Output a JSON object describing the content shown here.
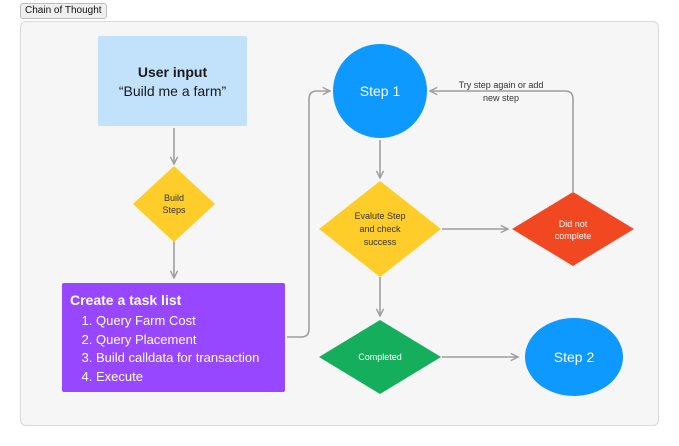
{
  "tag_label": "Chain of Thought",
  "user_input": {
    "title": "User input",
    "text": "“Build me a farm”"
  },
  "build_steps": {
    "line1": "Build",
    "line2": "Steps"
  },
  "task_list": {
    "title": "Create a task list",
    "items": [
      "Query Farm Cost",
      "Query Placement",
      "Build calldata for transaction",
      "Execute"
    ]
  },
  "step1": "Step 1",
  "step2": "Step 2",
  "evaluate": {
    "line1": "Evalute Step",
    "line2": "and check",
    "line3": "success"
  },
  "not_complete": {
    "line1": "Did not",
    "line2": "complete"
  },
  "completed": "Completed",
  "retry_label": {
    "line1": "Try step again or add",
    "line2": "new step"
  },
  "colors": {
    "user_input": "#c2e1fb",
    "task_list": "#9747ff",
    "step_circle": "#0d99ff",
    "decision": "#ffcd29",
    "failure": "#f24822",
    "success": "#14ae5c",
    "arrow": "#9e9e9e"
  }
}
